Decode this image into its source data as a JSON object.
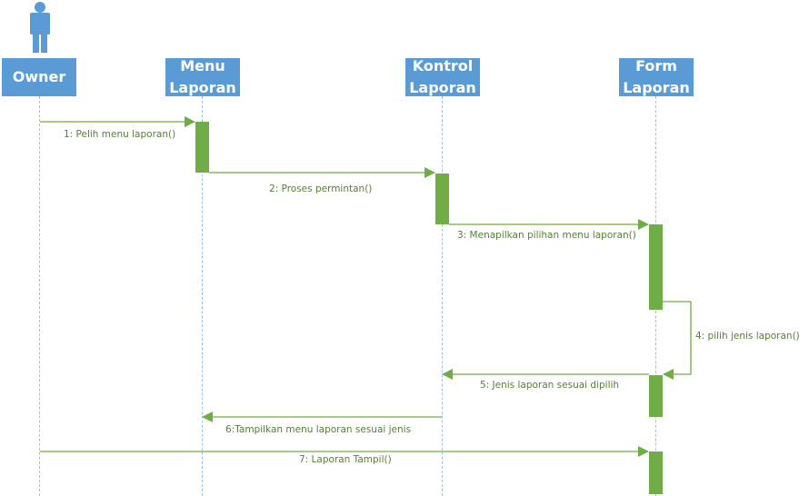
{
  "lifelines": {
    "owner": {
      "label": "Owner"
    },
    "menu_laporan": {
      "label": "Menu\nLaporan"
    },
    "kontrol_laporan": {
      "label": "Kontrol\nLaporan"
    },
    "form_laporan": {
      "label": "Form\nLaporan"
    }
  },
  "messages": [
    {
      "label": "1: Pelih menu laporan()"
    },
    {
      "label": "2: Proses permintan()"
    },
    {
      "label": "3: Menapilkan pilihan menu laporan()"
    },
    {
      "label": "4: pilih jenis laporan()"
    },
    {
      "label": "5: Jenis laporan sesuai dipilih"
    },
    {
      "label": "6:Tampilkan menu laporan sesuai jenis"
    },
    {
      "label": "7: Laporan Tampil()"
    }
  ],
  "colors": {
    "lifeline_box": "#5b9bd5",
    "lifeline_line": "#9dc3e6",
    "activation": "#70ad47",
    "message": "#70ad47",
    "message_text": "#548235"
  }
}
